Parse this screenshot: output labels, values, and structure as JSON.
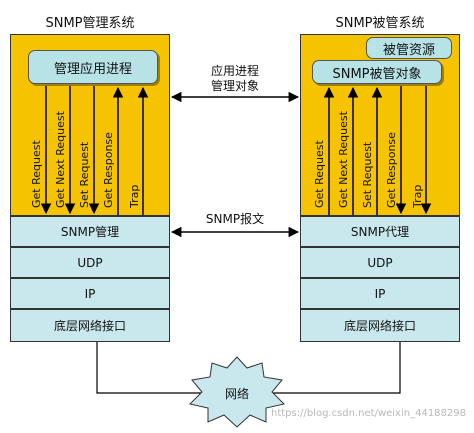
{
  "left_system": {
    "title": "SNMP管理系统",
    "process_label": "管理应用进程",
    "messages": [
      "Get Request",
      "Get Next Request",
      "Set Request",
      "Get Response",
      "Trap"
    ],
    "layers": [
      "SNMP管理",
      "UDP",
      "IP",
      "底层网络接口"
    ]
  },
  "right_system": {
    "title": "SNMP被管系统",
    "resource_label": "被管资源",
    "object_label": "SNMP被管对象",
    "messages": [
      "Get Request",
      "Get Next Request",
      "Set Request",
      "Get Response",
      "Trap"
    ],
    "layers": [
      "SNMP代理",
      "UDP",
      "IP",
      "底层网络接口"
    ]
  },
  "middle": {
    "top_label_line1": "应用进程",
    "top_label_line2": "管理对象",
    "protocol_label": "SNMP报文"
  },
  "network": {
    "label": "网络"
  },
  "watermark": "https://blog.csdn.net/weixin_44188298",
  "colors": {
    "yellow": "#f5c300",
    "layer": "#c9e8ee",
    "pill": "#b7e3e7"
  }
}
